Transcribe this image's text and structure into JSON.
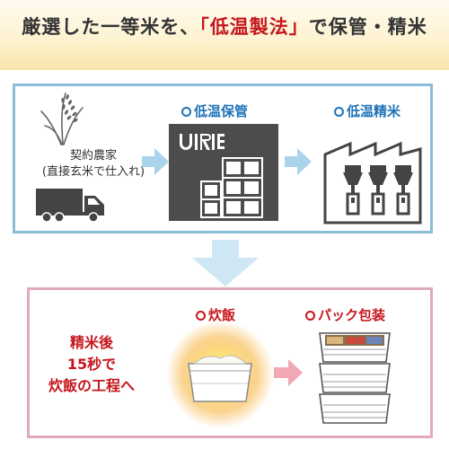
{
  "header": {
    "text_before": "厳選した一等米を、",
    "highlight": "「低温製法」",
    "text_after": "で保管・精米"
  },
  "top_flow": {
    "farmer_line1": "契約農家",
    "farmer_line2": "(直接玄米で仕入れ)",
    "storage_label": "低温保管",
    "milling_label": "低温精米"
  },
  "bottom_flow": {
    "steam_line1": "精米後",
    "steam_line2": "15秒で",
    "steam_line3": "炊飯の工程へ",
    "cooking_label": "炊飯",
    "packing_label": "パック包装"
  },
  "colors": {
    "accent_red": "#c5161d",
    "blue_border": "#8bbcd8",
    "pink_border": "#e2aab9",
    "arrow_blue": "#a9d4ec",
    "arrow_pink": "#f2a7b4",
    "building_gray": "#4c4c4c"
  },
  "icons": [
    "rice-plant-icon",
    "truck-icon",
    "warehouse-icon",
    "factory-icon",
    "rice-tray-icon",
    "pack-stack-icon"
  ]
}
